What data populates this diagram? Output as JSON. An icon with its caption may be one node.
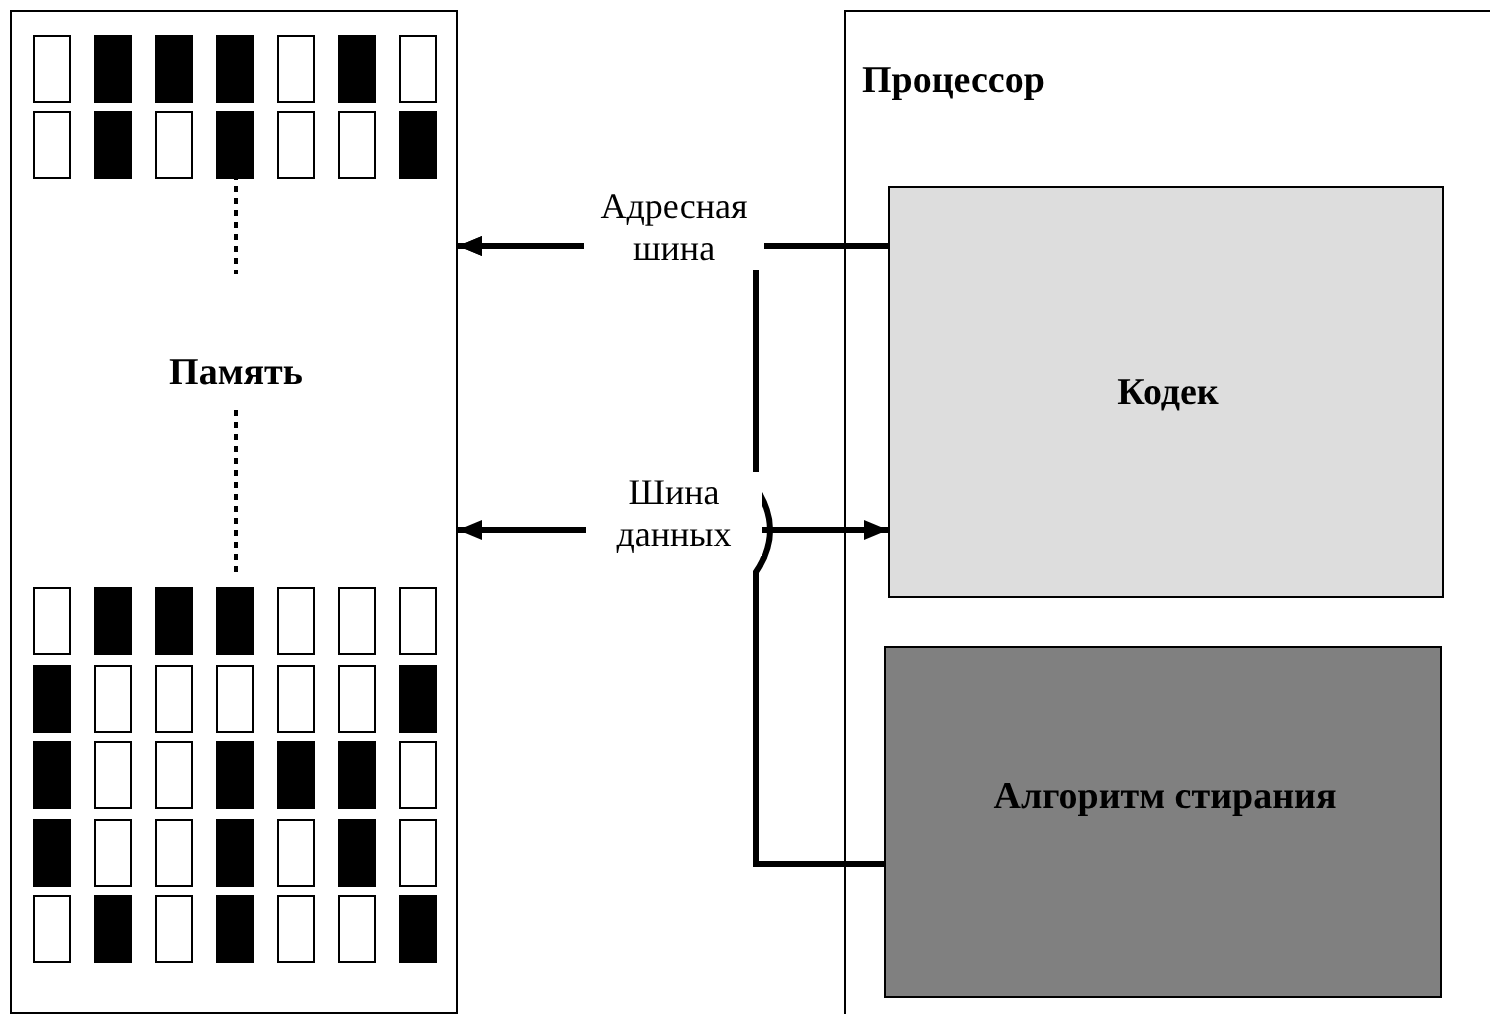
{
  "diagram": {
    "nodes": [
      {
        "text": [
          "Память"
        ]
      },
      {
        "text": [
          "Процессор"
        ]
      },
      {
        "text": [
          "Кодек"
        ],
        "in": 1
      },
      {
        "text": [
          "Алгоритм стирания"
        ],
        "in": 1
      }
    ],
    "edges": [
      {
        "from": 2,
        "to": 0,
        "arrow": "to",
        "label": "Адресная шина"
      },
      {
        "from": 3,
        "to": 0,
        "arrow": "to"
      },
      {
        "from": 0,
        "to": 2,
        "arrow": "both",
        "label": "Шина данных"
      }
    ]
  }
}
